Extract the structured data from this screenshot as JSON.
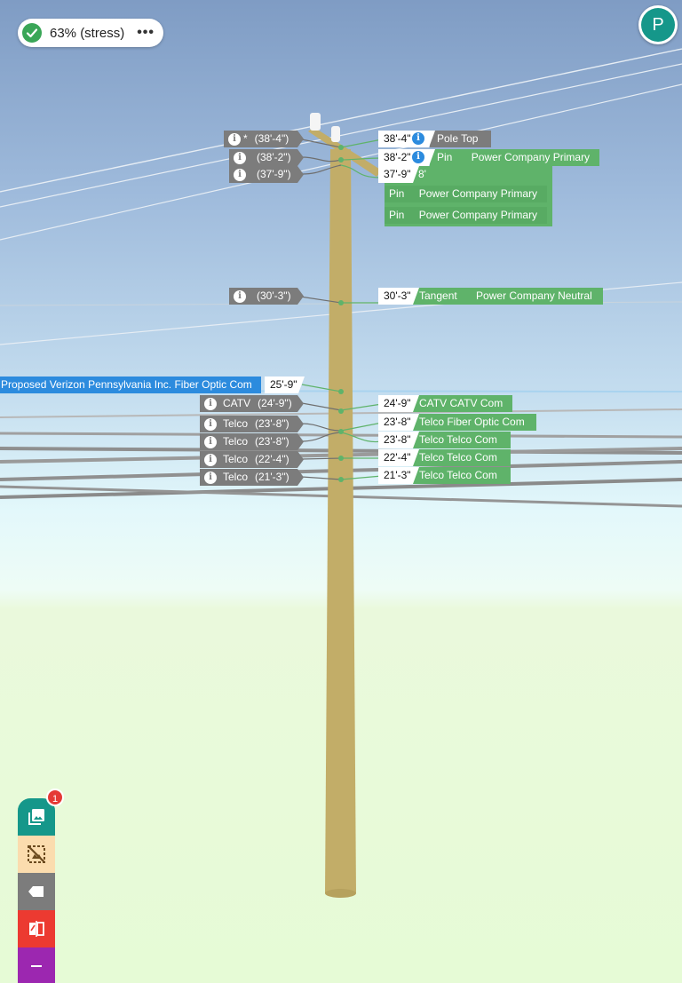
{
  "status": {
    "text": "63% (stress)",
    "more": "•••",
    "color": "#3aa657"
  },
  "avatar": {
    "initial": "P",
    "color": "#15978a"
  },
  "left_labels": [
    {
      "star": "*",
      "name": "",
      "height": "(38'-4\")"
    },
    {
      "star": "",
      "name": "",
      "height": "(38'-2\")"
    },
    {
      "star": "",
      "name": "",
      "height": "(37'-9\")"
    },
    {
      "star": "",
      "name": "",
      "height": "(30'-3\")"
    },
    {
      "star": "",
      "name": "CATV",
      "height": "(24'-9\")"
    },
    {
      "star": "",
      "name": "Telco",
      "height": "(23'-8\")"
    },
    {
      "star": "",
      "name": "Telco",
      "height": "(23'-8\")"
    },
    {
      "star": "",
      "name": "Telco",
      "height": "(22'-4\")"
    },
    {
      "star": "",
      "name": "Telco",
      "height": "(21'-3\")"
    }
  ],
  "right_labels": {
    "pole_top": {
      "height": "38'-4\"",
      "label": "Pole Top"
    },
    "pin1": {
      "height": "38'-2\"",
      "type": "Pin",
      "owner": "Power Company Primary"
    },
    "crossarm": {
      "height": "37'-9\"",
      "length": "8'"
    },
    "pin2": {
      "type": "Pin",
      "owner": "Power Company Primary"
    },
    "pin3": {
      "type": "Pin",
      "owner": "Power Company Primary"
    },
    "neutral": {
      "height": "30'-3\"",
      "type": "Tangent",
      "owner": "Power Company Neutral"
    },
    "catv": {
      "height": "24'-9\"",
      "owner": "CATV CATV Com"
    },
    "telco1": {
      "height": "23'-8\"",
      "owner": "Telco Fiber Optic Com"
    },
    "telco2": {
      "height": "23'-8\"",
      "owner": "Telco Telco Com"
    },
    "telco3": {
      "height": "22'-4\"",
      "owner": "Telco Telco Com"
    },
    "telco4": {
      "height": "21'-3\"",
      "owner": "Telco Telco Com"
    }
  },
  "proposed": {
    "label": "Proposed Verizon Pennsylvania Inc. Fiber Optic Com",
    "height": "25'-9\""
  },
  "toolbar": {
    "badge": "1",
    "buttons": [
      {
        "name": "gallery",
        "color": "#15978a"
      },
      {
        "name": "no-photo",
        "color": "#fbdcae"
      },
      {
        "name": "tag",
        "color": "#7c7c7c"
      },
      {
        "name": "compare",
        "color": "#ec3a31"
      },
      {
        "name": "minus",
        "color": "#9c27b0"
      }
    ]
  }
}
